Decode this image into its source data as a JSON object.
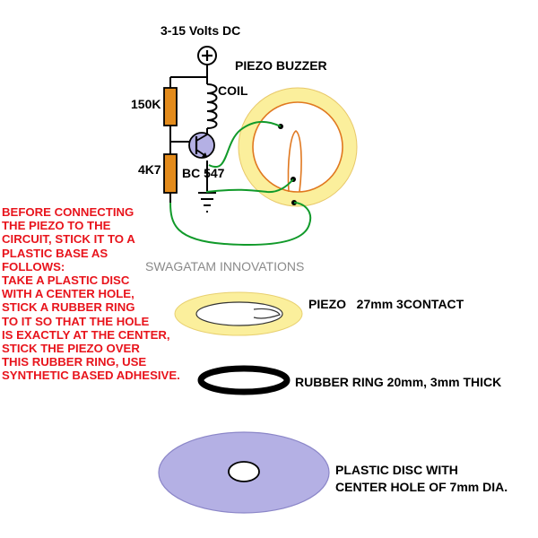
{
  "labels": {
    "supply": "3-15 Volts DC",
    "buzzer": "PIEZO BUZZER",
    "coil": "COIL",
    "r1": "150K",
    "r2": "4K7",
    "transistor": "BC 547",
    "watermark": "SWAGATAM INNOVATIONS",
    "piezo_part": "PIEZO   27mm 3CONTACT",
    "ring_part": "RUBBER RING 20mm, 3mm THICK",
    "disc_line1": "PLASTIC DISC WITH",
    "disc_line2": "CENTER HOLE OF 7mm DIA."
  },
  "instructions": [
    "BEFORE CONNECTING",
    "THE PIEZO TO THE",
    "CIRCUIT, STICK IT TO A",
    "PLASTIC BASE AS",
    "FOLLOWS:",
    "TAKE A PLASTIC DISC",
    "WITH A CENTER HOLE,",
    "STICK A RUBBER RING",
    "TO IT SO THAT THE HOLE",
    "IS EXACTLY AT THE CENTER,",
    "STICK THE PIEZO OVER",
    "THIS RUBBER RING, USE",
    "SYNTHETIC BASED ADHESIVE."
  ],
  "colors": {
    "instruction_text": "#e8141c",
    "wire": "#119a2a",
    "resistor": "#e38b1c",
    "piezo_fill": "#fbef9c",
    "disc_fill": "#b4b0e4",
    "transistor_fill": "#b4b0e4"
  }
}
